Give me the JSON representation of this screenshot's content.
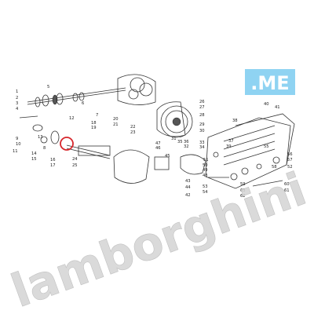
{
  "watermark": {
    "brand_text": "lamborghini",
    "badge_text": ".ME",
    "brand_color": "#d4d4d4",
    "badge_color": "#8fd3f2"
  },
  "highlight": {
    "color": "#d6262b"
  },
  "labels": [
    "1",
    "2",
    "3",
    "4",
    "5",
    "6",
    "7",
    "8",
    "9",
    "10",
    "11",
    "12",
    "13",
    "14",
    "15",
    "16",
    "17",
    "18",
    "19",
    "20",
    "21",
    "22",
    "23",
    "24",
    "25",
    "26",
    "27",
    "28",
    "29",
    "30",
    "31",
    "32",
    "33",
    "34",
    "35",
    "36",
    "37",
    "38",
    "39",
    "40",
    "41",
    "42",
    "43",
    "44",
    "45",
    "46",
    "47",
    "48",
    "49",
    "50",
    "51",
    "52",
    "53",
    "54",
    "55",
    "56",
    "57",
    "58",
    "59",
    "60",
    "61",
    "62",
    "63"
  ]
}
